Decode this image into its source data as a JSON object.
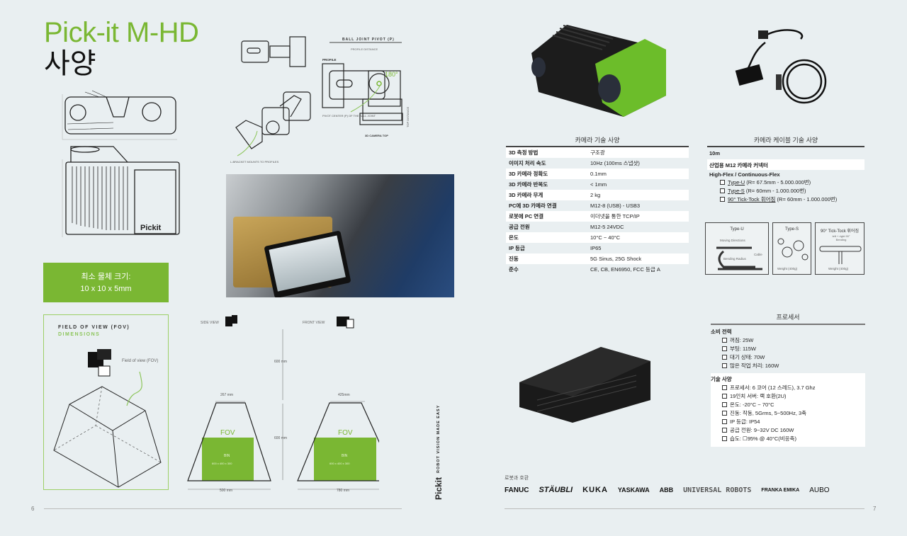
{
  "left_page": {
    "title": "Pick-it M-HD",
    "subtitle": "사양",
    "min_object": {
      "label": "최소 물체 크기:",
      "value": "10 x 10 x 5mm"
    },
    "drawing_labels": {
      "ball_joint": "BALL JOINT PIVOT (P)",
      "profile_distance": "PROFILE DISTANCE",
      "profile": "PROFILE",
      "pivot_center": "PIVOT CENTER (P) OF THE BALL JOINT",
      "camera_top": "3D CAMERA TOP",
      "angle": "180°",
      "l_bracket": "L-BRACKET MOUNTS TO PROFILES",
      "top_distance": "TOP DISTANCE",
      "brand_on_camera": "Pickit"
    },
    "fov": {
      "heading": "FIELD OF VIEW  (FOV)",
      "subheading": "DIMENSIONS",
      "callout": "Field of view (FOV)"
    },
    "views": {
      "side_label": "SIDE VIEW",
      "front_label": "FRONT VIEW",
      "height_top": "600 mm",
      "height_bottom": "600 mm",
      "side_top_width": "267 mm",
      "front_top_width": "425mm",
      "side_bottom_width": "500 mm",
      "front_bottom_width": "780 mm",
      "fov": "FOV",
      "bin": "BIN",
      "bin_size": "600 x 400 x 300"
    },
    "tagline": "ROBOT VISION MADE EASY",
    "logo": "Pickit",
    "page_number": "6"
  },
  "right_page": {
    "camera_specs": {
      "title": "카메라 기술 사양",
      "rows": [
        {
          "k": "3D 측정 방법",
          "v": "구조광"
        },
        {
          "k": "이미지 처리 속도",
          "v": "10Hz (100ms 스냅샷)"
        },
        {
          "k": "3D 카메라 정확도",
          "v": "0.1mm"
        },
        {
          "k": "3D 카메라 반복도",
          "v": "< 1mm"
        },
        {
          "k": "3D 카메라 무게",
          "v": "2 kg"
        },
        {
          "k": "PC에 3D 카메라 연결",
          "v": "M12-8 (USB) - USB3"
        },
        {
          "k": "로봇에 PC 연결",
          "v": "이더넷을 통한 TCP/IP"
        },
        {
          "k": "공급 전원",
          "v": "M12-5 24VDC"
        },
        {
          "k": "온도",
          "v": "10°C ~ 40°C"
        },
        {
          "k": "IP 등급",
          "v": "IP65"
        },
        {
          "k": "진동",
          "v": "5G Sinus, 25G Shock"
        },
        {
          "k": "준수",
          "v": "CE, CB, EN6950, FCC 등급 A"
        }
      ]
    },
    "cable_specs": {
      "title": "카메라 케이블 기술 사양",
      "length": "10m",
      "connector": "산업용 M12 카메라 커넥터",
      "flex": "High-Flex / Continuous-Flex",
      "options": [
        {
          "name": "Type-U",
          "detail": " (R= 67.5mm - 5.000.000번)"
        },
        {
          "name": "Type-S",
          "detail": " (R= 60mm - 1.000.000번)"
        },
        {
          "name": "90° Tick-Tock 휘어짐",
          "detail": " (R= 60mm - 1.000.000번)"
        }
      ],
      "diagrams": {
        "u": "Type-U",
        "s": "Type-S",
        "t": "90° Tick-Tock 휘어짐",
        "moving": "Moving Directions",
        "cable": "Cable",
        "bending_radius": "Bending Radius",
        "weight": "Weight (400g)",
        "bending": "left + right 90° Bending"
      }
    },
    "processor": {
      "title": "프로세서",
      "power_title": "소비 전력",
      "power": [
        "꺼짐: 25W",
        "부팅: 115W",
        "대기 상태: 70W",
        "많은 작업 처리: 160W"
      ],
      "tech_title": "기술 사양",
      "tech": [
        "프로세서: 6 코어 (12 스레드), 3.7 Ghz",
        "19인치 서버: 랙 호환(2U)",
        "온도: -20°C ~ 70°C",
        "진동: 작동, 5Grms, 5~500Hz, 3축",
        "IP 등급: IP54",
        "공급 전원: 9~32V DC 160W",
        "습도: ☐95% @ 40°C(비응축)"
      ]
    },
    "compat": {
      "label": "로봇과 호환",
      "brands": [
        "FANUC",
        "STÄUBLI",
        "KUKA",
        "YASKAWA",
        "ABB",
        "UNIVERSAL ROBOTS",
        "FRANKA EMIKA",
        "AUBO"
      ]
    },
    "page_number": "7"
  },
  "colors": {
    "accent": "#7ab733",
    "background": "#e9eff1"
  }
}
